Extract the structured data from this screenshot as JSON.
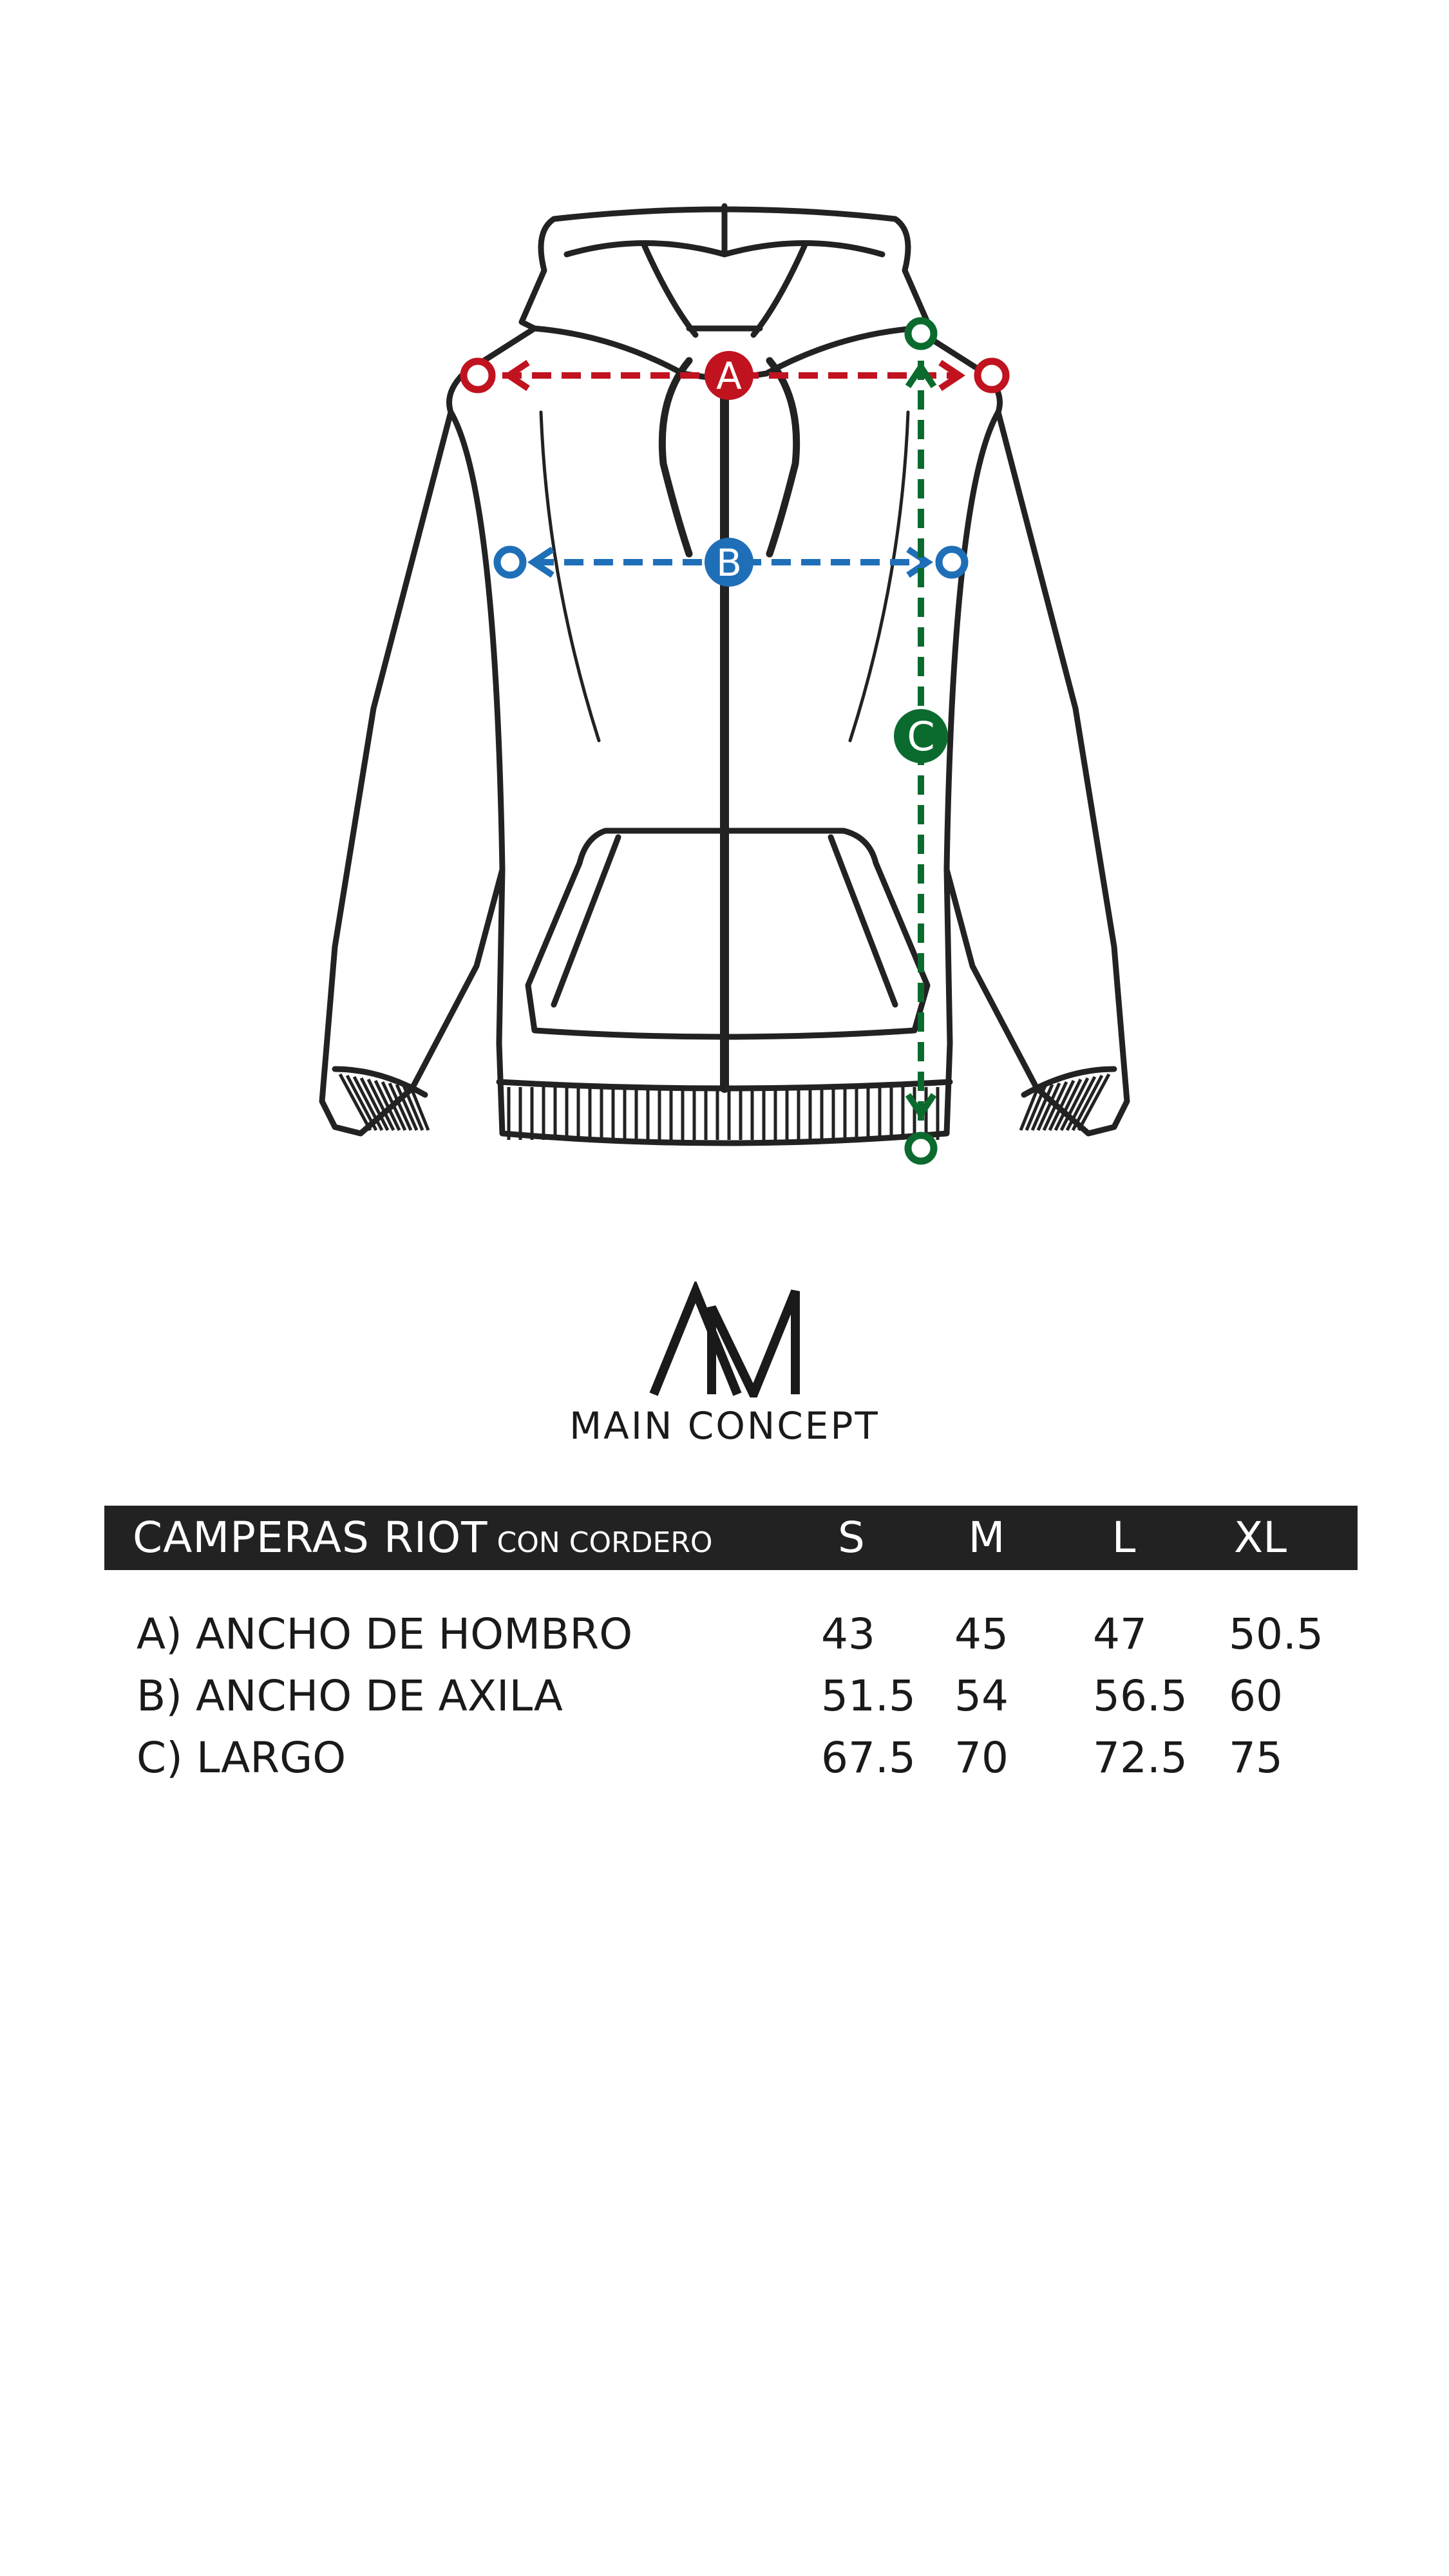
{
  "diagram": {
    "markers": [
      {
        "letter": "A",
        "color": "#c1121f"
      },
      {
        "letter": "B",
        "color": "#1f6fb8"
      },
      {
        "letter": "C",
        "color": "#0b6b2e"
      }
    ],
    "outline_color": "#222222"
  },
  "brand": {
    "name": "MAIN CONCEPT"
  },
  "table": {
    "title": "CAMPERAS RIOT",
    "subtitle": "CON CORDERO",
    "sizes": [
      "S",
      "M",
      "L",
      "XL"
    ],
    "rows": [
      {
        "label": "A) ANCHO DE HOMBRO",
        "values": [
          "43",
          "45",
          "47",
          "50.5"
        ]
      },
      {
        "label": "B) ANCHO DE AXILA",
        "values": [
          "51.5",
          "54",
          "56.5",
          "60"
        ]
      },
      {
        "label": "C) LARGO",
        "values": [
          "67.5",
          "70",
          "72.5",
          "75"
        ]
      }
    ]
  }
}
